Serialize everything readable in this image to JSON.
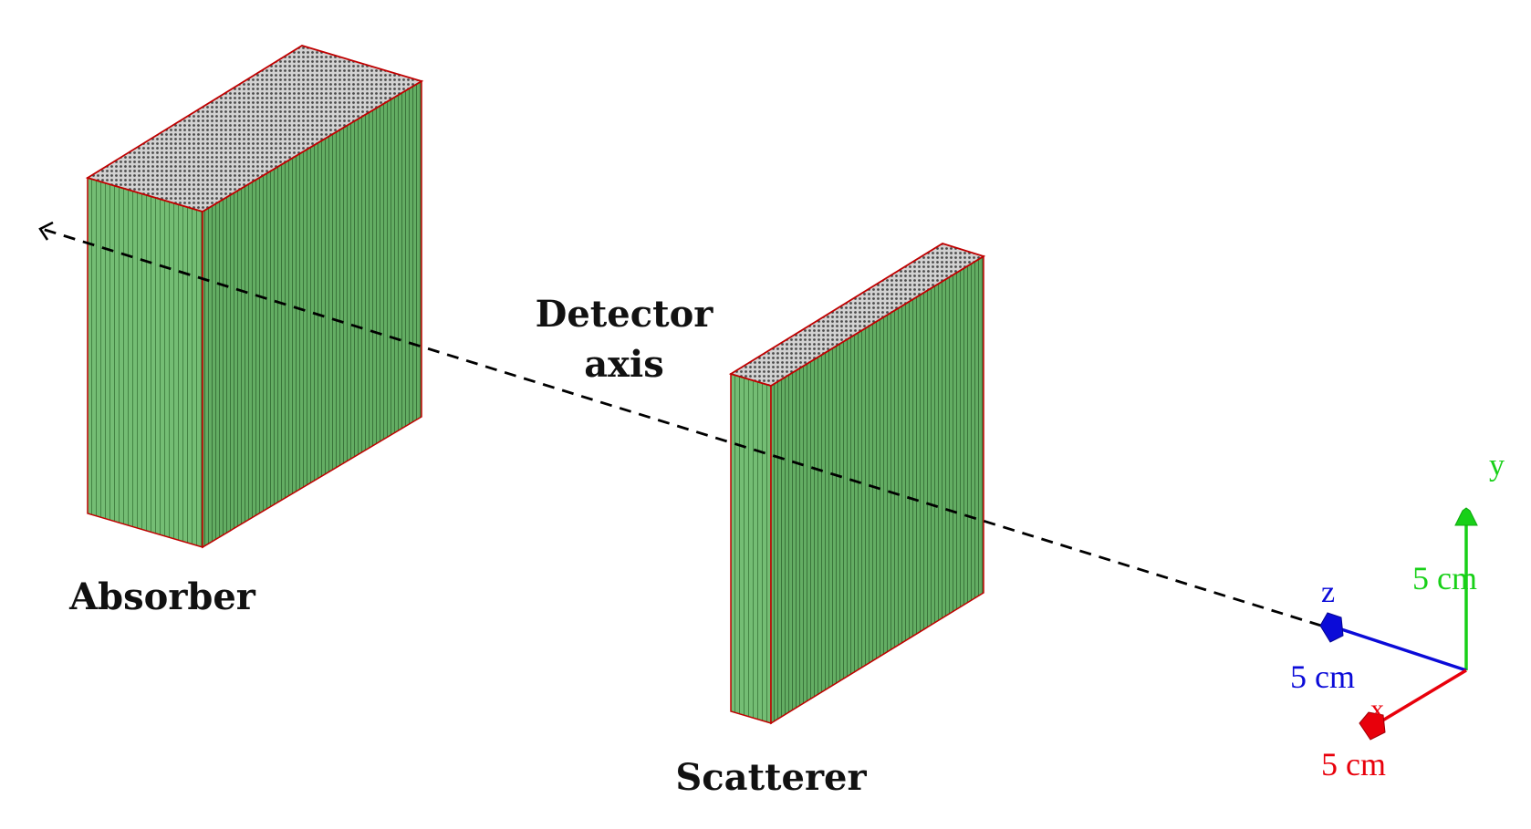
{
  "labels": {
    "detector_axis_line1": "Detector",
    "detector_axis_line2": "axis",
    "absorber": "Absorber",
    "scatterer": "Scatterer"
  },
  "axes": {
    "x": {
      "name": "x",
      "scale": "5 cm",
      "color": "#e8000b"
    },
    "y": {
      "name": "y",
      "scale": "5 cm",
      "color": "#18d018"
    },
    "z": {
      "name": "z",
      "scale": "5 cm",
      "color": "#0b0bd8"
    }
  },
  "colors": {
    "module_face": "#6fba6f",
    "module_side": "#5ca55c",
    "module_top": "#c8c8c8",
    "edge": "#c00000",
    "axis_line": "#000000"
  }
}
